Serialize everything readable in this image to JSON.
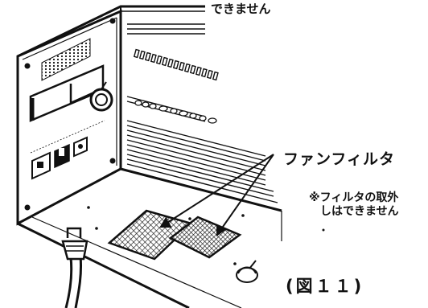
{
  "labels": {
    "top_fragment": "できません",
    "fan_filter": "ファンフィルタ",
    "note_line1": "※フィルタの取外",
    "note_line2": "しはできません",
    "figure": "(図１１)"
  },
  "colors": {
    "ink": "#111111",
    "background": "#ffffff"
  },
  "icons": {
    "ac_inlet": "power-inlet-icon",
    "switch": "power-switch-icon",
    "connector": "round-connector-icon",
    "cable": "power-cable-icon"
  }
}
